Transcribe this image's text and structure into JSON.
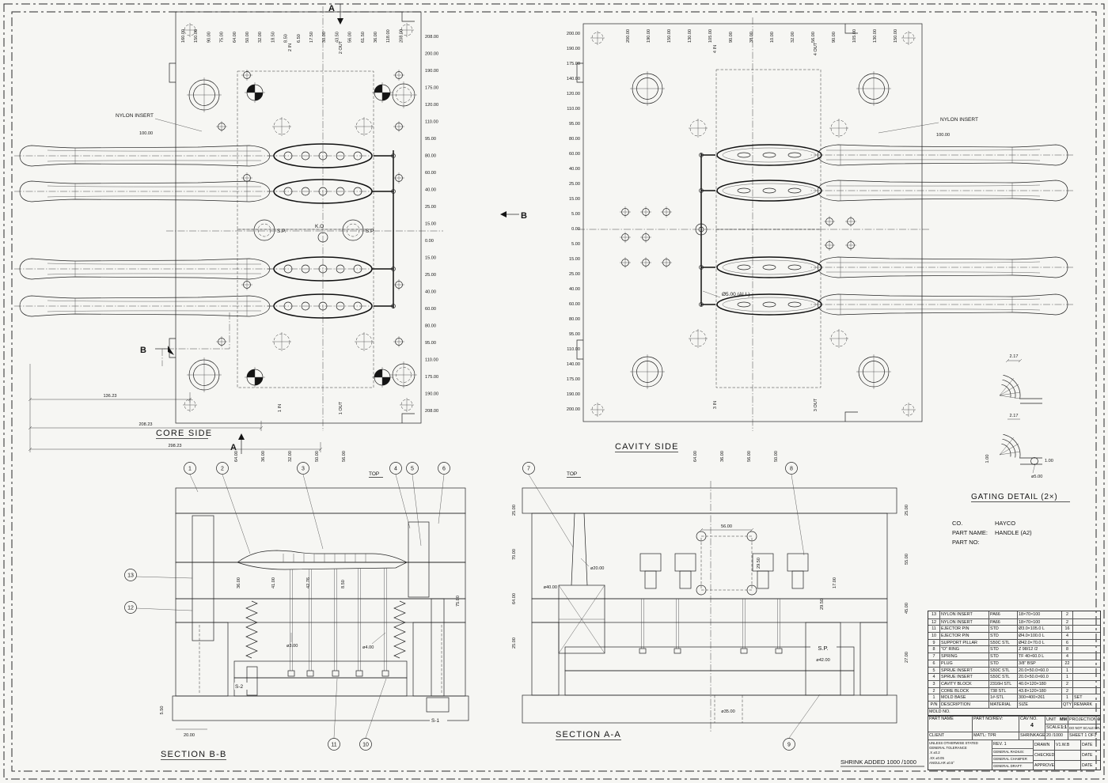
{
  "sheet": {
    "shrink_note": "SHRINK ADDED 1000 /1000"
  },
  "info": {
    "co_label": "CO.",
    "co_value": "HAYCO",
    "part_name_label": "PART NAME:",
    "part_name_value": "HANDLE (A2)",
    "part_no_label": "PART NO:"
  },
  "core_side": {
    "title": "CORE SIDE",
    "nylon_insert": "NYLON INSERT",
    "nylon_dim": "100.00",
    "sp1": "S.P.",
    "sp2": "S.P.",
    "ko": "K.O",
    "marker_a_top": "A",
    "marker_a_bottom": "A",
    "marker_b_right": "B",
    "marker_b_left": "B",
    "gates": [
      "2 IN",
      "2 OUT",
      "1 IN",
      "1 OUT"
    ],
    "dims_bottom": [
      "136.23",
      "208.23",
      "298.23"
    ],
    "dims_right": [
      "208.00",
      "200.00",
      "190.00",
      "175.00",
      "120.00",
      "110.00",
      "95.00",
      "80.00",
      "60.00",
      "40.00",
      "25.00",
      "15.00",
      "0.00",
      "15.00",
      "25.00",
      "40.00",
      "60.00",
      "80.00",
      "95.00",
      "110.00",
      "175.00",
      "190.00",
      "208.00"
    ],
    "dims_top": [
      "160.00",
      "150.00",
      "90.00",
      "75.00",
      "64.00",
      "50.00",
      "32.00",
      "18.50",
      "8.50",
      "6.50",
      "17.50",
      "30.00",
      "43.50",
      "56.00",
      "61.50",
      "36.00",
      "118.00",
      "208.00"
    ],
    "dims_bottom_edge": [
      "64.00",
      "36.00",
      "32.00",
      "50.00",
      "56.00"
    ]
  },
  "cavity_side": {
    "title": "CAVITY SIDE",
    "nylon_insert": "NYLON INSERT",
    "nylon_dim": "100.00",
    "gate_note": "Ø5.00 (ALL)",
    "gates": [
      "4 IN",
      "4 OUT",
      "3 IN",
      "3 OUT"
    ],
    "dims_left": [
      "200.00",
      "190.00",
      "175.00",
      "140.00",
      "120.00",
      "110.00",
      "95.00",
      "80.00",
      "60.00",
      "40.00",
      "25.00",
      "15.00",
      "5.00",
      "0.00",
      "5.00",
      "15.00",
      "25.00",
      "40.00",
      "60.00",
      "80.00",
      "95.00",
      "110.00",
      "140.00",
      "175.00",
      "190.00",
      "200.00"
    ],
    "dims_top": [
      "200.00",
      "190.00",
      "150.00",
      "130.00",
      "105.00",
      "90.00",
      "38.00",
      "10.00",
      "32.00",
      "56.00",
      "90.00",
      "105.00",
      "130.00",
      "150.00"
    ],
    "dims_bottom_edge": [
      "64.00",
      "36.00",
      "56.00",
      "50.00"
    ]
  },
  "gating_detail": {
    "title": "GATING DETAIL (2×)",
    "dim_a": "2.17",
    "dim_b": "2.17",
    "dim_c": "1.00",
    "dim_d": "ø5.00",
    "dim_e": "1.00"
  },
  "section_bb": {
    "title": "SECTION B-B",
    "top_label": "TOP",
    "balloons_top": [
      "1",
      "2",
      "3",
      "4",
      "5",
      "6"
    ],
    "balloons_left": [
      "13",
      "12"
    ],
    "balloons_bottom": [
      "11",
      "10"
    ],
    "s1": "S-1",
    "s2": "S-2",
    "dim_o3": "ø3.00",
    "dim_o4": "ø4.00",
    "dim_20": "20.00",
    "dim_550": "5.50",
    "dim_75": "75.00",
    "dims_mid": [
      "36.00",
      "41.00",
      "42.76",
      "8.50"
    ]
  },
  "section_aa": {
    "title": "SECTION A-A",
    "top_label": "TOP",
    "balloons": [
      "7",
      "8",
      "9"
    ],
    "sp": "S.P.",
    "dim_o42": "ø42.00",
    "dim_o20": "ø20.00",
    "dim_o40": "ø40.00",
    "dim_o35": "ø35.00",
    "dim_56": "56.00",
    "dim_295a": "29.50",
    "dim_295b": "29.50",
    "dim_17": "17.00",
    "dims_left": [
      "25.00",
      "70.00",
      "64.00",
      "25.00"
    ],
    "dims_right": [
      "25.00",
      "55.00",
      "45.00",
      "27.00"
    ]
  },
  "parts_table": {
    "headers": [
      "P/N",
      "DESCRIPTION",
      "MATERIAL",
      "SIZE",
      "QTY",
      "REMARK"
    ],
    "mold_no_label": "MOLD NO.",
    "rows": [
      [
        "13",
        "NYLON INSERT",
        "PA66",
        "18×70×100",
        "2",
        ""
      ],
      [
        "12",
        "NYLON INSERT",
        "PA66",
        "18×70×100",
        "2",
        ""
      ],
      [
        "11",
        "EJECTOR PIN",
        "STD",
        "Ø3.0×105.0 L",
        "16",
        ""
      ],
      [
        "10",
        "EJECTOR PIN",
        "STD",
        "Ø4.0×100.0 L",
        "4",
        ""
      ],
      [
        "9",
        "SUPPORT PILLAR",
        "S50C STL",
        "Ø42.0×70.0 L",
        "6",
        ""
      ],
      [
        "8",
        "\"O\" RING",
        "STD",
        "Z 98/12 /2",
        "8",
        ""
      ],
      [
        "7",
        "SPRING",
        "STD",
        "TF 40×60.0 L",
        "4",
        ""
      ],
      [
        "6",
        "PLUG",
        "STD",
        "3/8\" BSP",
        "22",
        ""
      ],
      [
        "5",
        "SPRUE INSERT",
        "S50C STL",
        "20.0×50.0×60.0",
        "1",
        ""
      ],
      [
        "4",
        "SPRUE INSERT",
        "S50C STL",
        "20.0×50.0×60.0",
        "1",
        ""
      ],
      [
        "3",
        "CAVITY BLOCK",
        "2316H STL",
        "40.0×120×180",
        "2",
        ""
      ],
      [
        "2",
        "CORE BLOCK",
        "738 STL",
        "43.8×120×180",
        "2",
        ""
      ],
      [
        "1",
        "MOLD BASE",
        "1#-STL",
        "300×400×261",
        "1",
        "SET"
      ]
    ]
  },
  "title_block": {
    "part_name_label": "PART NAME",
    "part_no_rev_label": "PART NO/REV:",
    "cav_no_label": "CAV NO.",
    "cav_no_value": "4",
    "unit_label": "UNIT",
    "unit_value": "MM",
    "scale_label": "SCALE",
    "scale_value": "1:1",
    "projection_label": "PROJECTION",
    "no_scale_note": "DO NOT SCALE DRAWING",
    "client_label": "CLIENT",
    "matl_label": "MAT'L:",
    "matl_value": "TPR",
    "shrinkage_label": "SHRINKAGE",
    "shrinkage_value": "20 /1000",
    "sheet_label": "SHEET 1 OF1",
    "rev_label": "REV. 1",
    "tolerance_lines": [
      "UNLESS OTHERWISE STATED",
      "GENERAL TOLERANCE",
      ".X   ±0.2",
      ".XX  ±0.05",
      "ANGULAR ±0.5°"
    ],
    "general_lines": [
      "GENERAL RADIUS:",
      "GENERAL CHAMFER",
      "GENERAL DRAFT:"
    ],
    "sign_rows": [
      [
        "DRAWN",
        "V1.W.B",
        "DATE"
      ],
      [
        "CHECKED",
        "",
        "DATE"
      ],
      [
        "APPROVED",
        "",
        "DATE"
      ]
    ]
  }
}
